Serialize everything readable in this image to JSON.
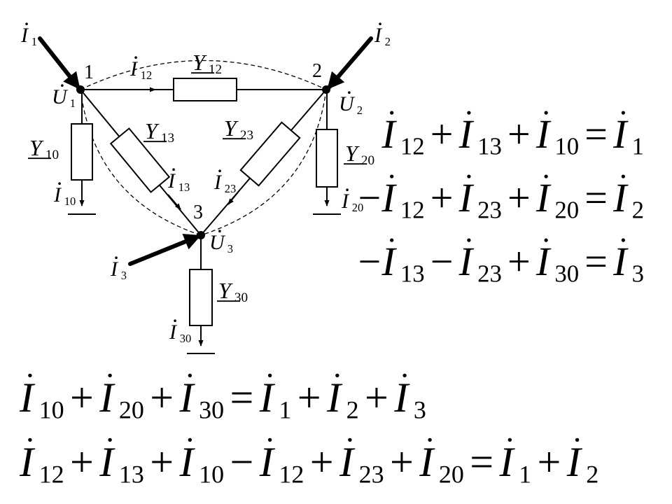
{
  "nodes": [
    {
      "id": "1",
      "voltage": "U",
      "voltage_sub": "1"
    },
    {
      "id": "2",
      "voltage": "U",
      "voltage_sub": "2"
    },
    {
      "id": "3",
      "voltage": "U",
      "voltage_sub": "3"
    }
  ],
  "admittances": [
    {
      "symbol": "Y",
      "sub": "12"
    },
    {
      "symbol": "Y",
      "sub": "13"
    },
    {
      "symbol": "Y",
      "sub": "23"
    },
    {
      "symbol": "Y",
      "sub": "10"
    },
    {
      "symbol": "Y",
      "sub": "20"
    },
    {
      "symbol": "Y",
      "sub": "30"
    }
  ],
  "injected_currents": [
    {
      "symbol": "I",
      "sub": "1"
    },
    {
      "symbol": "I",
      "sub": "2"
    },
    {
      "symbol": "I",
      "sub": "3"
    }
  ],
  "branch_currents": [
    {
      "symbol": "I",
      "sub": "12"
    },
    {
      "symbol": "I",
      "sub": "13"
    },
    {
      "symbol": "I",
      "sub": "23"
    },
    {
      "symbol": "I",
      "sub": "10"
    },
    {
      "symbol": "I",
      "sub": "20"
    },
    {
      "symbol": "I",
      "sub": "30"
    }
  ],
  "equations": [
    {
      "terms": [
        {
          "sign": "",
          "sym": "I",
          "sub": "12"
        },
        {
          "sign": "+",
          "sym": "I",
          "sub": "13"
        },
        {
          "sign": "+",
          "sym": "I",
          "sub": "10"
        },
        {
          "sign": "=",
          "sym": "I",
          "sub": "1"
        }
      ]
    },
    {
      "terms": [
        {
          "sign": "−",
          "sym": "I",
          "sub": "12"
        },
        {
          "sign": "+",
          "sym": "I",
          "sub": "23"
        },
        {
          "sign": "+",
          "sym": "I",
          "sub": "20"
        },
        {
          "sign": "=",
          "sym": "I",
          "sub": "2"
        }
      ]
    },
    {
      "terms": [
        {
          "sign": "−",
          "sym": "I",
          "sub": "13"
        },
        {
          "sign": "−",
          "sym": "I",
          "sub": "23"
        },
        {
          "sign": "+",
          "sym": "I",
          "sub": "30"
        },
        {
          "sign": "=",
          "sym": "I",
          "sub": "3"
        }
      ]
    },
    {
      "terms": [
        {
          "sign": "",
          "sym": "I",
          "sub": "10"
        },
        {
          "sign": "+",
          "sym": "I",
          "sub": "20"
        },
        {
          "sign": "+",
          "sym": "I",
          "sub": "30"
        },
        {
          "sign": "=",
          "sym": "I",
          "sub": "1"
        },
        {
          "sign": "+",
          "sym": "I",
          "sub": "2"
        },
        {
          "sign": "+",
          "sym": "I",
          "sub": "3"
        }
      ]
    },
    {
      "terms": [
        {
          "sign": "",
          "sym": "I",
          "sub": "12"
        },
        {
          "sign": "+",
          "sym": "I",
          "sub": "13"
        },
        {
          "sign": "+",
          "sym": "I",
          "sub": "10"
        },
        {
          "sign": "−",
          "sym": "I",
          "sub": "12"
        },
        {
          "sign": "+",
          "sym": "I",
          "sub": "23"
        },
        {
          "sign": "+",
          "sym": "I",
          "sub": "20"
        },
        {
          "sign": "=",
          "sym": "I",
          "sub": "1"
        },
        {
          "sign": "+",
          "sym": "I",
          "sub": "2"
        }
      ]
    }
  ]
}
